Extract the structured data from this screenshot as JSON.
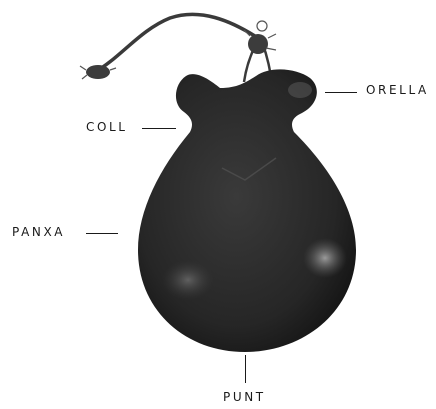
{
  "labels": {
    "orella": "ORELLA",
    "coll": "COLL",
    "panxa": "PANXA",
    "punt": "PUNT"
  },
  "colors": {
    "body": "#2c2c2c",
    "body_shadow": "#141414",
    "highlight": "#8a8a8a",
    "cord": "#3a3a3a",
    "text": "#1a1a1a"
  }
}
